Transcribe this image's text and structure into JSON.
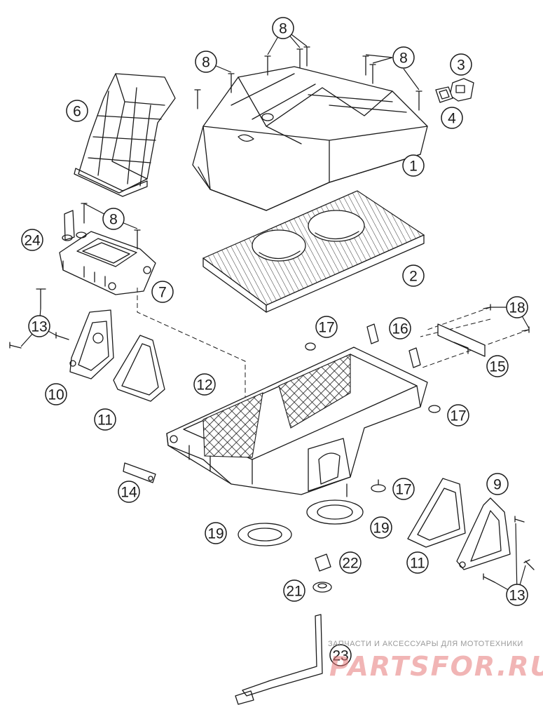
{
  "diagram": {
    "callouts": [
      {
        "id": "c1",
        "label": "1"
      },
      {
        "id": "c2",
        "label": "2"
      },
      {
        "id": "c3",
        "label": "3"
      },
      {
        "id": "c4",
        "label": "4"
      },
      {
        "id": "c6",
        "label": "6"
      },
      {
        "id": "c7",
        "label": "7"
      },
      {
        "id": "c8a",
        "label": "8"
      },
      {
        "id": "c8b",
        "label": "8"
      },
      {
        "id": "c8c",
        "label": "8"
      },
      {
        "id": "c8d",
        "label": "8"
      },
      {
        "id": "c9",
        "label": "9"
      },
      {
        "id": "c10",
        "label": "10"
      },
      {
        "id": "c11a",
        "label": "11"
      },
      {
        "id": "c11b",
        "label": "11"
      },
      {
        "id": "c12",
        "label": "12"
      },
      {
        "id": "c13a",
        "label": "13"
      },
      {
        "id": "c13b",
        "label": "13"
      },
      {
        "id": "c14",
        "label": "14"
      },
      {
        "id": "c15",
        "label": "15"
      },
      {
        "id": "c16",
        "label": "16"
      },
      {
        "id": "c17a",
        "label": "17"
      },
      {
        "id": "c17b",
        "label": "17"
      },
      {
        "id": "c17c",
        "label": "17"
      },
      {
        "id": "c18",
        "label": "18"
      },
      {
        "id": "c19a",
        "label": "19"
      },
      {
        "id": "c19b",
        "label": "19"
      },
      {
        "id": "c21",
        "label": "21"
      },
      {
        "id": "c22",
        "label": "22"
      },
      {
        "id": "c23",
        "label": "23"
      },
      {
        "id": "c24",
        "label": "24"
      }
    ]
  },
  "watermark": {
    "caption": "ЗАПЧАСТИ И АКСЕССУАРЫ ДЛЯ МОТОТЕХНИКИ",
    "brand": "PARTSFOR.RU"
  }
}
